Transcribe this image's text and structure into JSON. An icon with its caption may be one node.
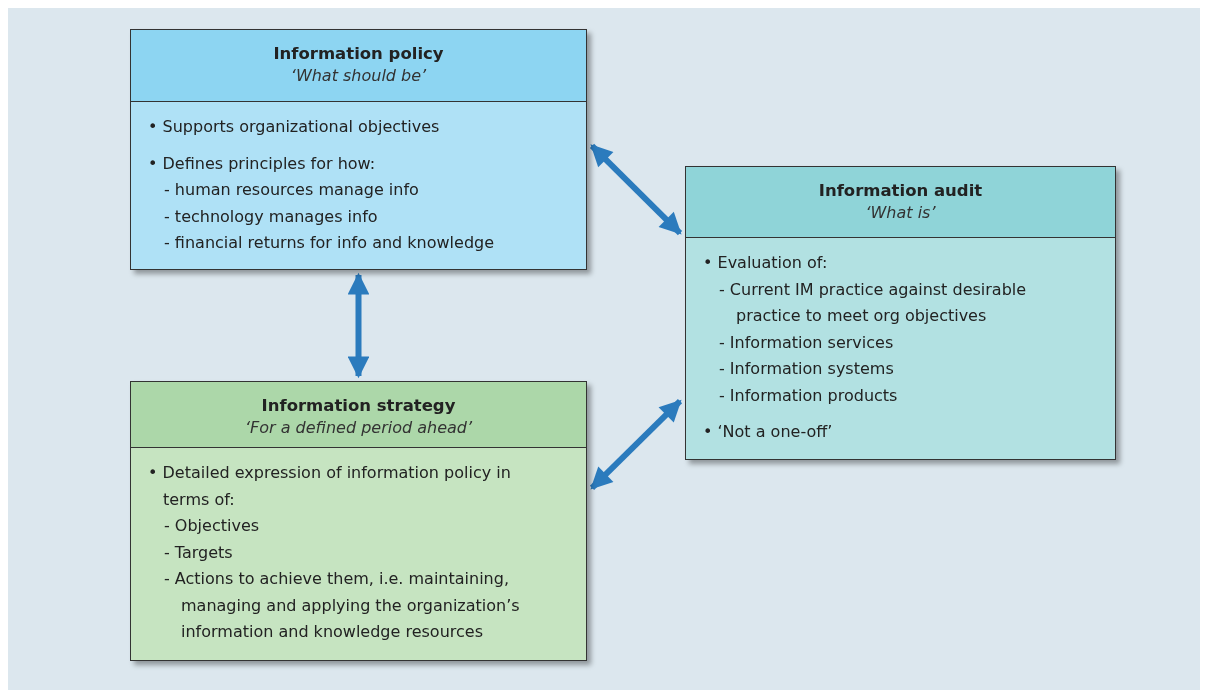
{
  "diagram": {
    "nodes": [
      {
        "text": [
          "Information policy",
          "‘What should be’",
          "• Supports organizational objectives",
          "• Defines principles for how:",
          "- human resources manage info",
          "- technology manages info",
          "- financial returns for info and knowledge"
        ]
      },
      {
        "text": [
          "Information audit",
          "‘What is’",
          "• Evaluation of:",
          "- Current IM practice against desirable practice to meet org objectives",
          "- Information services",
          "- Information systems",
          "- Information products",
          "• ‘Not a one-off’"
        ]
      },
      {
        "text": [
          "Information strategy",
          "‘For a defined period ahead’",
          "• Detailed expression of information policy in terms of:",
          "- Objectives",
          "- Targets",
          "- Actions to achieve them, i.e. maintaining, managing and applying the organization’s information and knowledge resources"
        ]
      }
    ],
    "edges": [
      {
        "from": 0,
        "to": 1,
        "arrow": "both"
      },
      {
        "from": 0,
        "to": 2,
        "arrow": "both"
      },
      {
        "from": 2,
        "to": 1,
        "arrow": "both"
      }
    ]
  }
}
